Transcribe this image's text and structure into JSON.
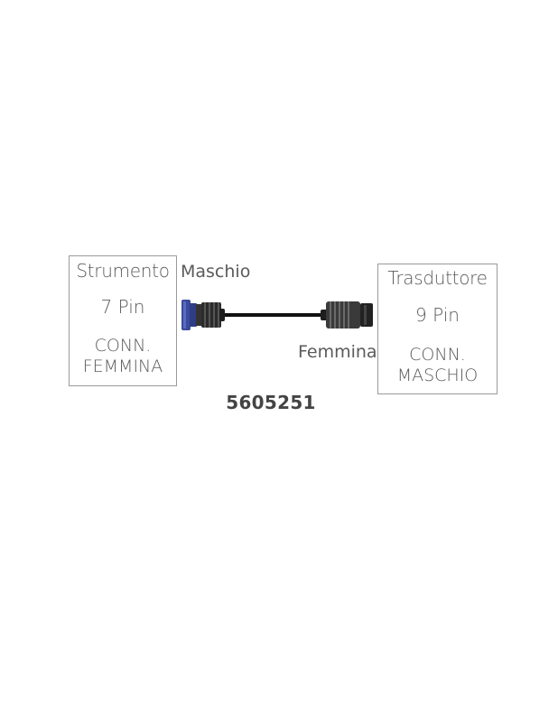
{
  "left_box": {
    "title": "Strumento",
    "pins": "7 Pin",
    "conn_line1": "CONN.",
    "conn_line2": "FEMMINA"
  },
  "right_box": {
    "title": "Trasduttore",
    "pins": "9 Pin",
    "conn_line1": "CONN.",
    "conn_line2": "MASCHIO"
  },
  "labels": {
    "left_connector": "Maschio",
    "right_connector": "Femmina"
  },
  "part_number": "5605251",
  "colors": {
    "left_connector_nut": "#3a4a9c",
    "connector_body": "#2a2a2a",
    "cable": "#111111",
    "box_border": "#9a9a9a"
  }
}
